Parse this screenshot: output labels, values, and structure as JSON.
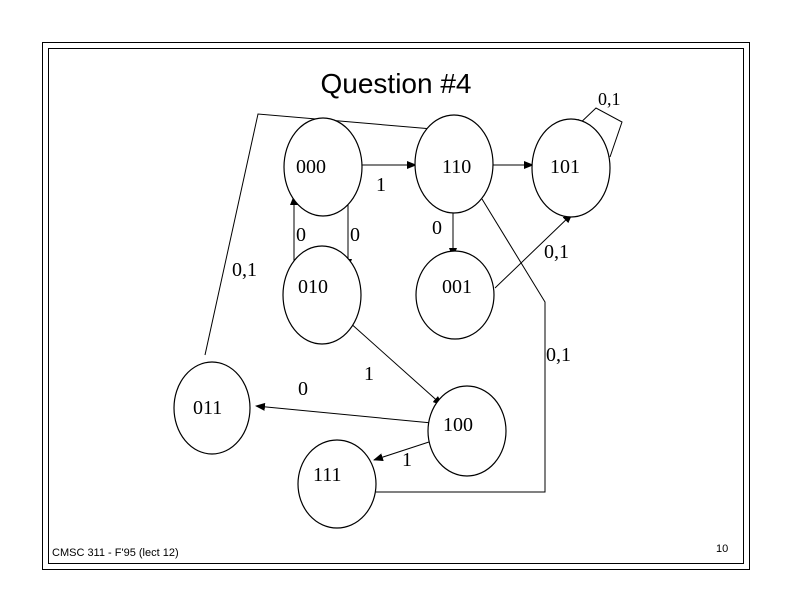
{
  "slide": {
    "title": "Question #4",
    "footer_left": "CMSC 311 - F'95 (lect 12)",
    "page_number": "10"
  },
  "diagram": {
    "states": [
      {
        "id": "s000",
        "label": "000"
      },
      {
        "id": "s110",
        "label": "110"
      },
      {
        "id": "s101",
        "label": "101"
      },
      {
        "id": "s010",
        "label": "010"
      },
      {
        "id": "s001",
        "label": "001"
      },
      {
        "id": "s011",
        "label": "011"
      },
      {
        "id": "s100",
        "label": "100"
      },
      {
        "id": "s111",
        "label": "111"
      }
    ],
    "transitions": [
      {
        "from": "000",
        "to": "110",
        "label": "1"
      },
      {
        "from": "110",
        "to": "101",
        "label": ""
      },
      {
        "from": "101",
        "to": "101",
        "label": "0,1"
      },
      {
        "from": "000",
        "to": "010",
        "label": "0"
      },
      {
        "from": "010",
        "to": "000",
        "label": "0"
      },
      {
        "from": "110",
        "to": "001",
        "label": "0"
      },
      {
        "from": "001",
        "to": "101",
        "label": "0,1"
      },
      {
        "from": "010",
        "to": "100",
        "label": "1"
      },
      {
        "from": "011",
        "to": "110",
        "label": "0,1"
      },
      {
        "from": "100",
        "to": "011",
        "label": "0"
      },
      {
        "from": "100",
        "to": "111",
        "label": "1"
      },
      {
        "from": "111",
        "to": "110",
        "label": "0,1"
      }
    ]
  }
}
